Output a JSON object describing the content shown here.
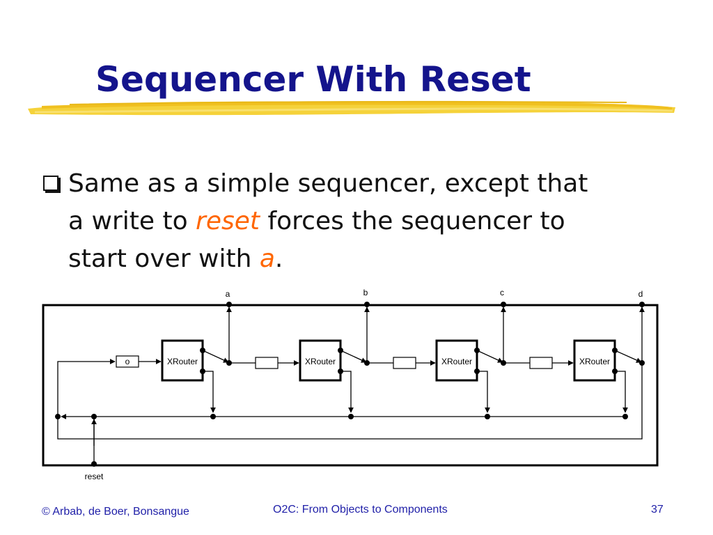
{
  "slide": {
    "title": "Sequencer With Reset",
    "bullet": {
      "line1": "Same as a simple sequencer, except that",
      "line2_pre": "a write to ",
      "line2_accent": "reset",
      "line2_post": " forces the sequencer to",
      "line3_pre": "start over with ",
      "line3_accent": "a",
      "line3_post": "."
    },
    "accent_color": "#ff6600",
    "title_color": "#14148c"
  },
  "diagram": {
    "outputs": [
      "a",
      "b",
      "c",
      "d"
    ],
    "router_label": "XRouter",
    "initial_token": "o",
    "reset_label": "reset"
  },
  "footer": {
    "left": "© Arbab, de Boer, Bonsangue",
    "center": "O2C: From Objects to Components",
    "page": "37"
  }
}
